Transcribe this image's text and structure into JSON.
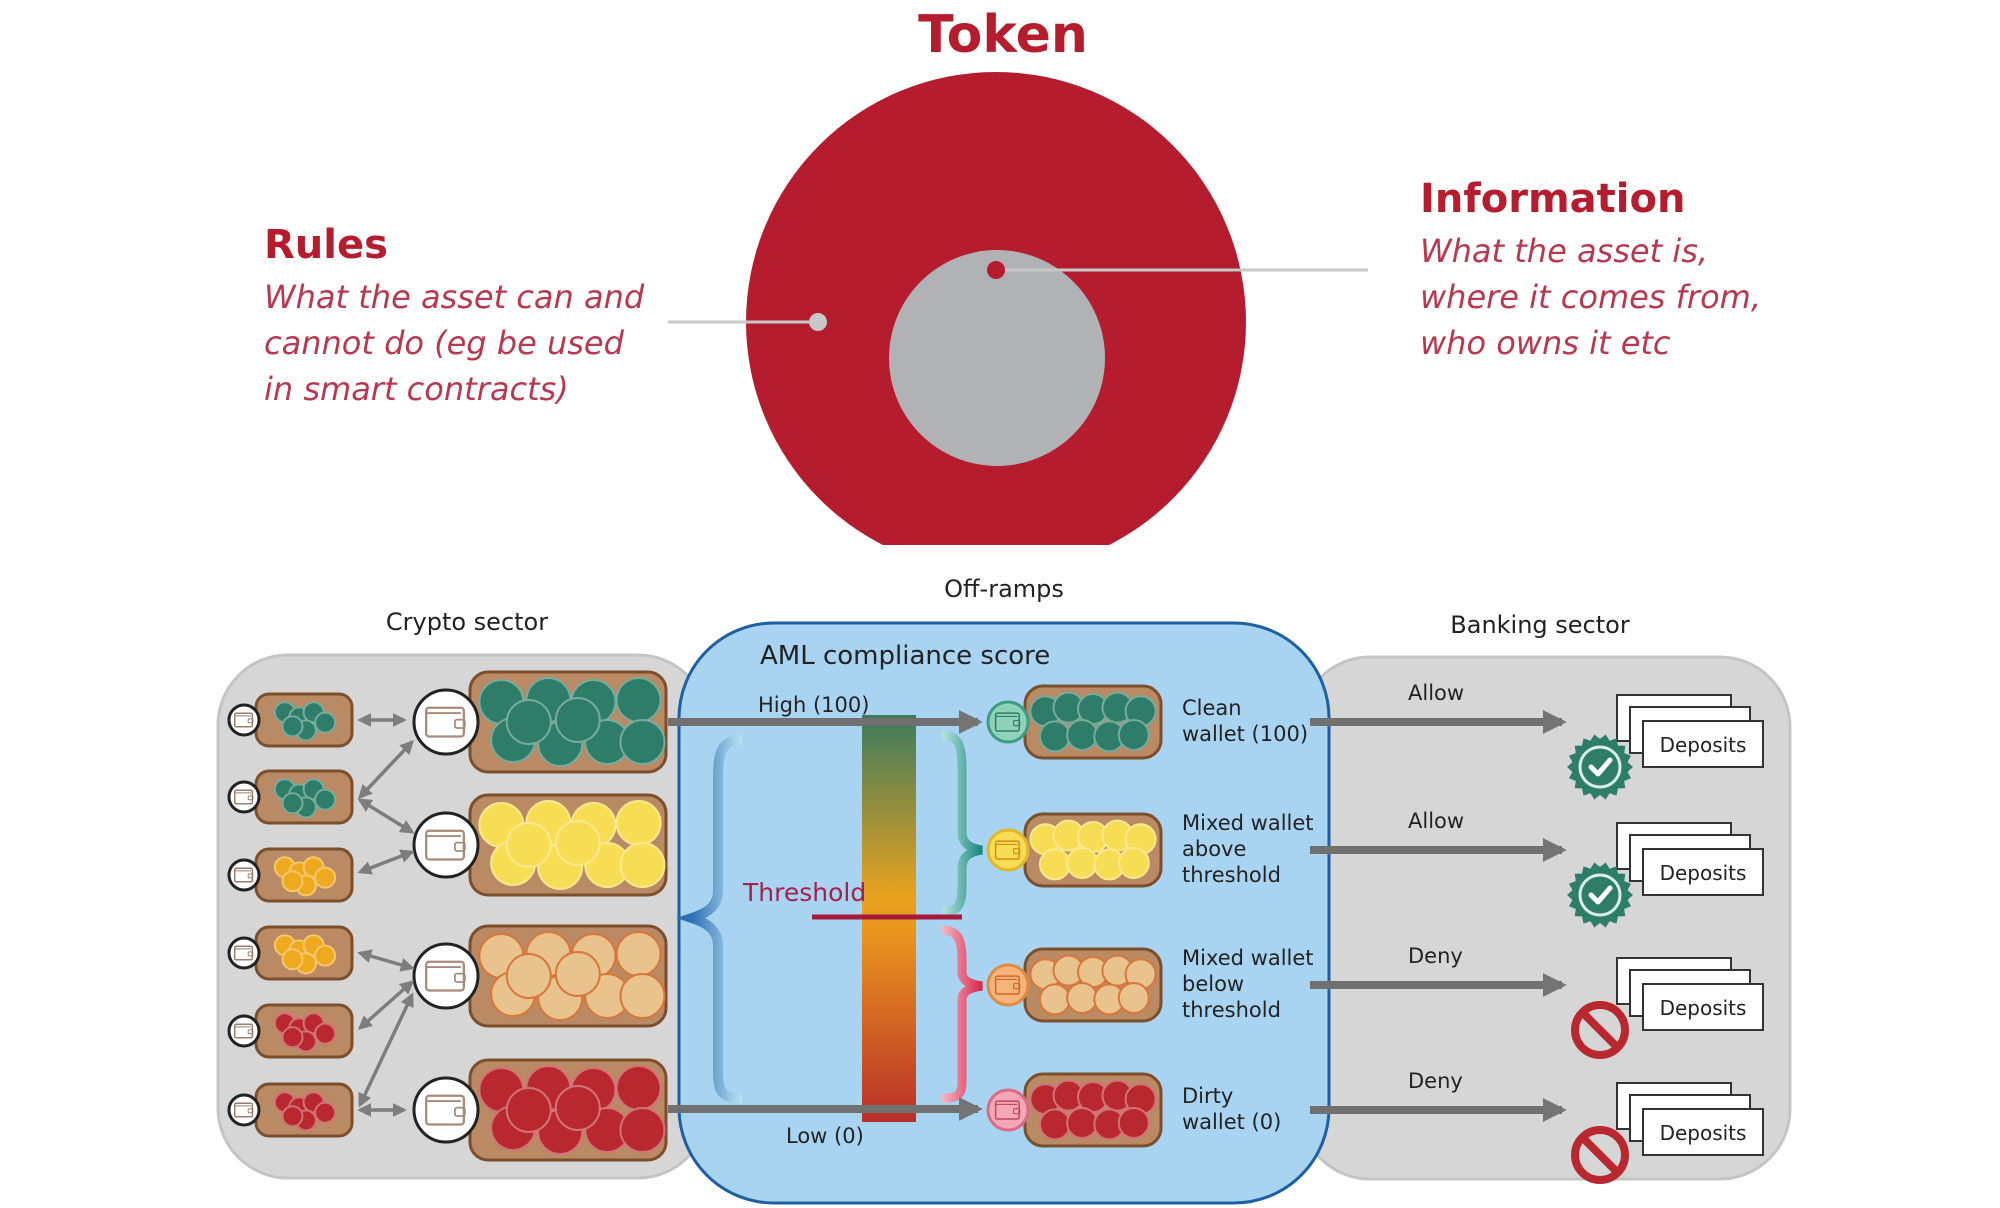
{
  "token": {
    "title": "Token",
    "rules": {
      "heading": "Rules",
      "lines": [
        "What the asset can and",
        "cannot do (eg be used",
        "in smart contracts)"
      ]
    },
    "information": {
      "heading": "Information",
      "lines": [
        "What the asset is,",
        "where it comes from,",
        "who owns it etc"
      ]
    },
    "colors": {
      "outer": "#b51c2e",
      "inner": "#b0b2b5"
    }
  },
  "flow": {
    "crypto_sector": {
      "label": "Crypto sector"
    },
    "off_ramps": {
      "label": "Off-ramps",
      "box_title": "AML compliance score",
      "high_label": "High (100)",
      "low_label": "Low (0)",
      "threshold_label": "Threshold"
    },
    "banking_sector": {
      "label": "Banking sector"
    },
    "wallets": [
      {
        "name": "clean",
        "lines": [
          "Clean",
          "wallet (100)"
        ],
        "decision": "Allow",
        "outcome": "approved",
        "coin_color": "#2e7d68"
      },
      {
        "name": "mixed-above",
        "lines": [
          "Mixed wallet",
          "above",
          "threshold"
        ],
        "decision": "Allow",
        "outcome": "approved",
        "coin_color": "#f7dd54"
      },
      {
        "name": "mixed-below",
        "lines": [
          "Mixed wallet",
          "below",
          "threshold"
        ],
        "decision": "Deny",
        "outcome": "denied",
        "coin_color": "#e8c38e"
      },
      {
        "name": "dirty",
        "lines": [
          "Dirty",
          "wallet (0)"
        ],
        "decision": "Deny",
        "outcome": "denied",
        "coin_color": "#b8282e"
      }
    ],
    "deposits_label": "Deposits",
    "small_wallets": [
      {
        "coin_color": "#2e7d68"
      },
      {
        "coin_color": "#2e7d68"
      },
      {
        "coin_color": "#eea91e"
      },
      {
        "coin_color": "#eea91e"
      },
      {
        "coin_color": "#b8282e"
      },
      {
        "coin_color": "#b8282e"
      }
    ]
  }
}
